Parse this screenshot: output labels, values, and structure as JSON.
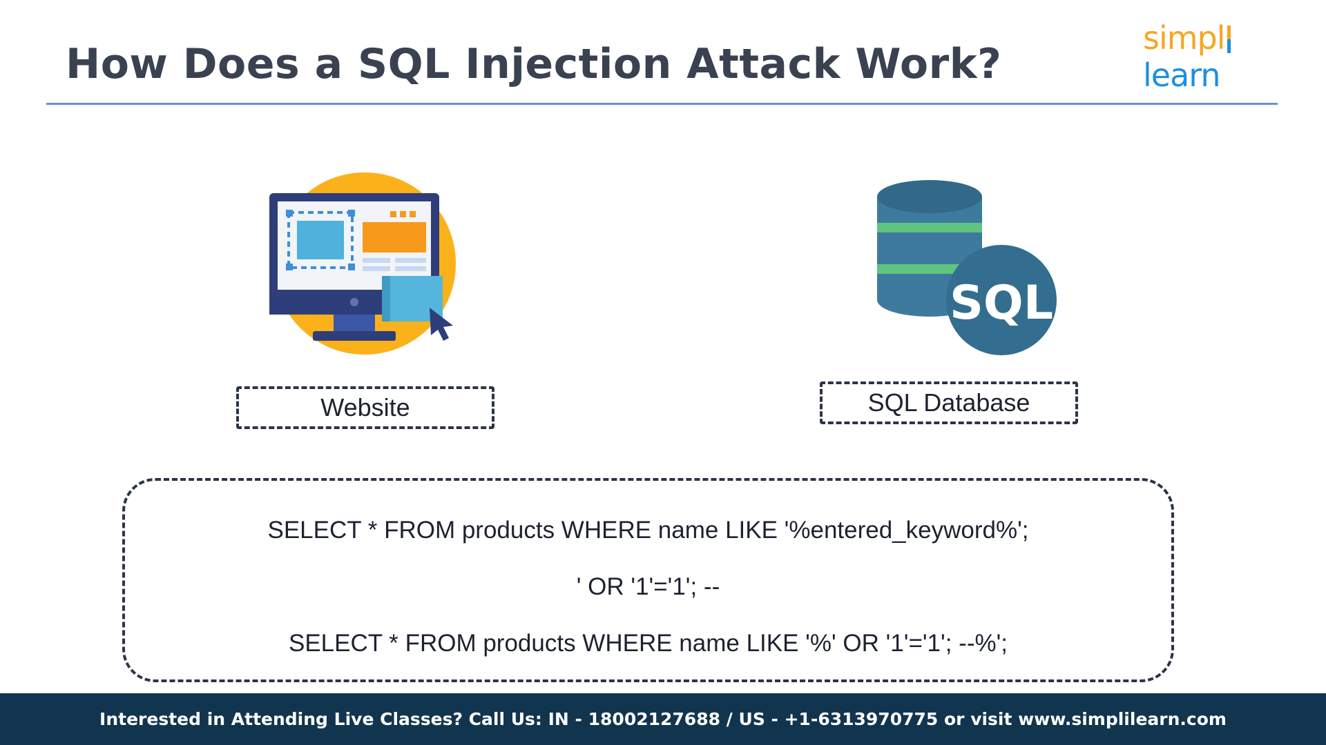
{
  "slide": {
    "title": "How Does a SQL Injection Attack Work?"
  },
  "logo": {
    "part1": "simpl",
    "part2": "learn",
    "colors": {
      "orange": "#f5a623",
      "blue": "#1f8ee0"
    }
  },
  "diagram": {
    "website": {
      "label": "Website",
      "icon": "website-monitor-icon"
    },
    "database": {
      "label": "SQL Database",
      "icon": "sql-database-icon",
      "badge": "SQL"
    }
  },
  "query_box": {
    "lines": [
      "SELECT * FROM products WHERE name LIKE '%entered_keyword%';",
      "' OR '1'='1'; --",
      "SELECT * FROM products WHERE name LIKE '%' OR '1'='1'; --%';"
    ]
  },
  "footer": {
    "text": "Interested in Attending Live Classes? Call Us: IN - 18002127688 / US - +1-6313970775 or visit www.simplilearn.com",
    "background": "#12354f"
  }
}
